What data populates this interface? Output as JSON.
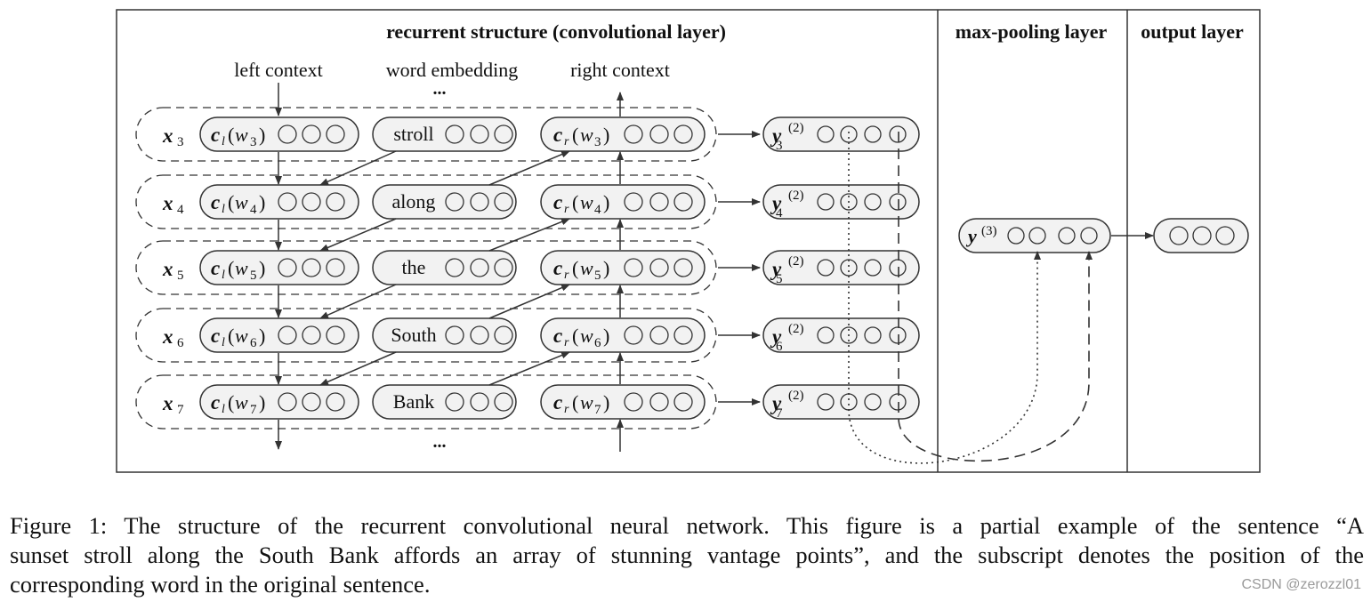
{
  "panels": {
    "recurrent_title": "recurrent structure (convolutional layer)",
    "maxpool_title": "max-pooling layer",
    "output_title": "output layer"
  },
  "columns": {
    "left": "left context",
    "embedding": "word embedding",
    "right": "right context"
  },
  "ellipsis": "...",
  "rows": [
    {
      "x_sub": "3",
      "word": "stroll",
      "y_sub": "3"
    },
    {
      "x_sub": "4",
      "word": "along",
      "y_sub": "4"
    },
    {
      "x_sub": "5",
      "word": "the",
      "y_sub": "5"
    },
    {
      "x_sub": "6",
      "word": "South",
      "y_sub": "6"
    },
    {
      "x_sub": "7",
      "word": "Bank",
      "y_sub": "7"
    }
  ],
  "symbols": {
    "x": "x",
    "c": "c",
    "w": "w",
    "l_sub": "l",
    "r_sub": "r",
    "y": "y",
    "layer2": "(2)",
    "layer3": "(3)"
  },
  "caption": {
    "line1": "Figure 1: The structure of the recurrent convolutional neural network. This figure is a partial example of the sentence “A",
    "line2": "sunset stroll along the South Bank affords an array of stunning vantage points”, and the subscript denotes the position of the",
    "line3": "corresponding word in the original sentence."
  },
  "watermark": "CSDN @zerozzl01"
}
